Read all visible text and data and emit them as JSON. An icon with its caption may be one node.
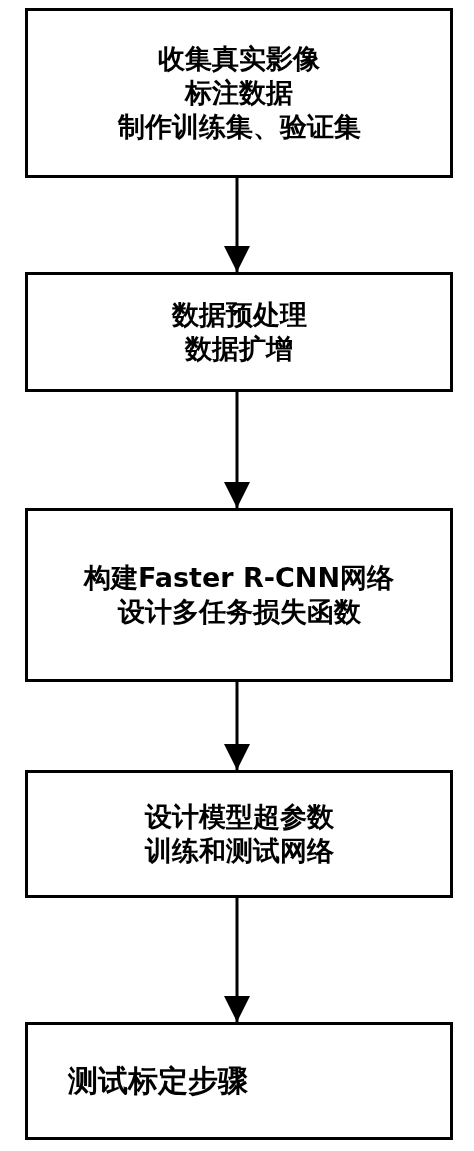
{
  "diagram": {
    "nodes": [
      {
        "text": [
          "收集真实影像",
          "标注数据",
          "制作训练集、验证集"
        ]
      },
      {
        "text": [
          "数据预处理",
          "数据扩增"
        ]
      },
      {
        "text": [
          "构建Faster R-CNN网络",
          "设计多任务损失函数"
        ]
      },
      {
        "text": [
          "设计模型超参数",
          "训练和测试网络"
        ]
      },
      {
        "text": [
          "测试标定步骤"
        ]
      }
    ],
    "edges": [
      {
        "from": 0,
        "to": 1,
        "arrow": "to"
      },
      {
        "from": 1,
        "to": 2,
        "arrow": "to"
      },
      {
        "from": 2,
        "to": 3,
        "arrow": "to"
      },
      {
        "from": 3,
        "to": 4,
        "arrow": "to"
      }
    ]
  }
}
